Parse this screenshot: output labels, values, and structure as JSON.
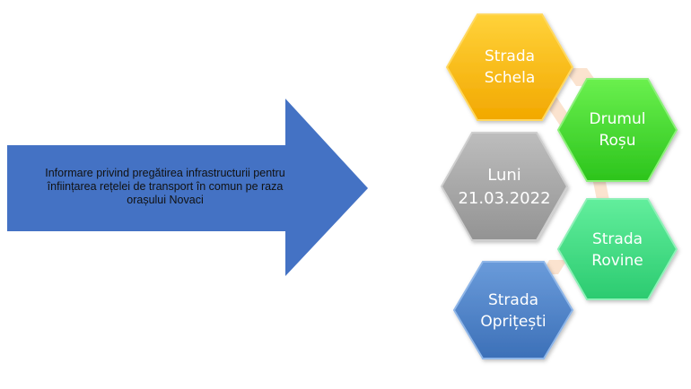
{
  "arrow": {
    "text_line1": "Informare privind pregătirea infrastructurii pentru",
    "text_line2": "înființarea rețelei de transport în comun pe raza",
    "text_line3": "orașului Novaci",
    "color": "#4472C4"
  },
  "hexagons": [
    {
      "line1": "Strada",
      "line2": "Schela",
      "color": "#F5B400",
      "edge": "#FFD860"
    },
    {
      "line1": "Drumul",
      "line2": "Roșu",
      "color": "#3AD62A",
      "edge": "#8CF07A"
    },
    {
      "line1": "Luni",
      "line2": "21.03.2022",
      "color": "#A6A6A6",
      "edge": "#CFCFCF"
    },
    {
      "line1": "Strada",
      "line2": "Rovine",
      "color": "#3CDB82",
      "edge": "#8FF0B8"
    },
    {
      "line1": "Strada",
      "line2": "Oprițești",
      "color": "#4A80C8",
      "edge": "#8FB6E8"
    }
  ],
  "connector_color": "#FBE3CF"
}
